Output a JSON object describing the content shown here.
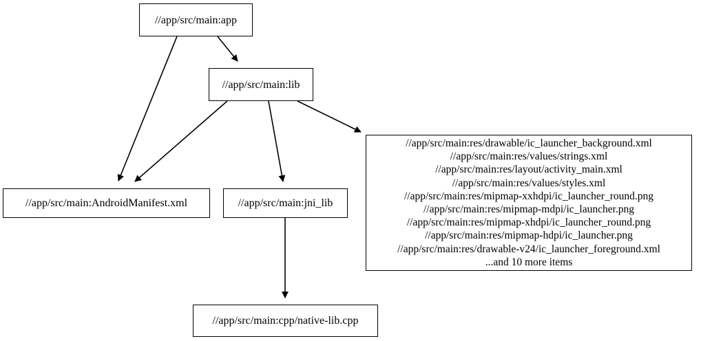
{
  "graph": {
    "type": "directed-dependency-graph",
    "background_color": "#ffffff",
    "node_border_color": "#000000",
    "edge_color": "#000000",
    "text_color": "#000000",
    "nodes": [
      {
        "id": "app",
        "label": "//app/src/main:app"
      },
      {
        "id": "lib",
        "label": "//app/src/main:lib"
      },
      {
        "id": "manifest",
        "label": "//app/src/main:AndroidManifest.xml"
      },
      {
        "id": "jni_lib",
        "label": "//app/src/main:jni_lib"
      },
      {
        "id": "resources",
        "label": "//app/src/main:res/drawable/ic_launcher_background.xml\n//app/src/main:res/values/strings.xml\n//app/src/main:res/layout/activity_main.xml\n//app/src/main:res/values/styles.xml\n//app/src/main:res/mipmap-xxhdpi/ic_launcher_round.png\n//app/src/main:res/mipmap-mdpi/ic_launcher.png\n//app/src/main:res/mipmap-xhdpi/ic_launcher_round.png\n//app/src/main:res/mipmap-hdpi/ic_launcher.png\n//app/src/main:res/drawable-v24/ic_launcher_foreground.xml\n...and 10 more items",
        "lines": [
          "//app/src/main:res/drawable/ic_launcher_background.xml",
          "//app/src/main:res/values/strings.xml",
          "//app/src/main:res/layout/activity_main.xml",
          "//app/src/main:res/values/styles.xml",
          "//app/src/main:res/mipmap-xxhdpi/ic_launcher_round.png",
          "//app/src/main:res/mipmap-mdpi/ic_launcher.png",
          "//app/src/main:res/mipmap-xhdpi/ic_launcher_round.png",
          "//app/src/main:res/mipmap-hdpi/ic_launcher.png",
          "//app/src/main:res/drawable-v24/ic_launcher_foreground.xml",
          "...and 10 more items"
        ]
      },
      {
        "id": "native_lib",
        "label": "//app/src/main:cpp/native-lib.cpp"
      }
    ],
    "edges": [
      {
        "from": "app",
        "to": "manifest"
      },
      {
        "from": "app",
        "to": "lib"
      },
      {
        "from": "lib",
        "to": "manifest"
      },
      {
        "from": "lib",
        "to": "jni_lib"
      },
      {
        "from": "lib",
        "to": "resources"
      },
      {
        "from": "jni_lib",
        "to": "native_lib"
      }
    ]
  }
}
